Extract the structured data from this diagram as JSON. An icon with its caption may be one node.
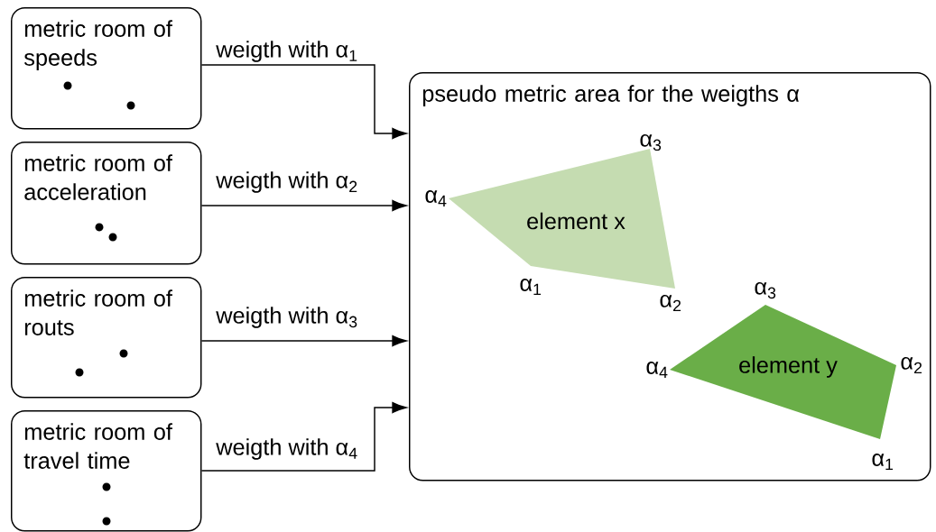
{
  "diagram": {
    "nodes": [
      {
        "text": [
          "metric room of speeds"
        ]
      },
      {
        "text": [
          "metric room of acceleration"
        ]
      },
      {
        "text": [
          "metric room of routs"
        ]
      },
      {
        "text": [
          "metric room of travel time"
        ]
      },
      {
        "text": [
          "pseudo metric area for the weigths α"
        ]
      },
      {
        "text": [
          "element x"
        ],
        "in": 4,
        "beside": [
          "α$_{3}$",
          "α$_{4}$",
          "α$_{1}$",
          "α$_{2}$"
        ]
      },
      {
        "text": [
          "element y"
        ],
        "in": 4,
        "beside": [
          "α$_{3}$",
          "α$_{4}$",
          "α$_{2}$",
          "α$_{1}$"
        ]
      }
    ],
    "edges": [
      {
        "from": 0,
        "to": 4,
        "arrow": "to",
        "label": "weigth with α$_{1}$"
      },
      {
        "from": 1,
        "to": 4,
        "arrow": "to",
        "label": "weigth with α$_{2}$"
      },
      {
        "from": 2,
        "to": 4,
        "arrow": "to",
        "label": "weigth with α$_{3}$"
      },
      {
        "from": 3,
        "to": 4,
        "arrow": "to",
        "label": "weigth with α$_{4}$"
      }
    ]
  }
}
